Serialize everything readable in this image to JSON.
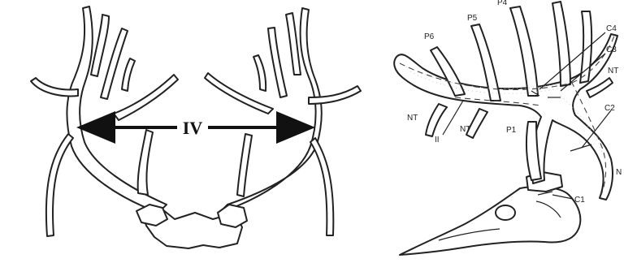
{
  "left_diagram": {
    "inside_spread_label": "IV"
  },
  "right_diagram": {
    "labels": {
      "p4": "P4",
      "p5": "P5",
      "p6": "P6",
      "c4": "C4",
      "c3": "C3",
      "c2": "C2",
      "c1": "C1",
      "p1": "P1",
      "nt_left": "NT",
      "nt_mid": "NT",
      "nt_right": "NT",
      "n_right": "N",
      "ii": "II"
    }
  }
}
